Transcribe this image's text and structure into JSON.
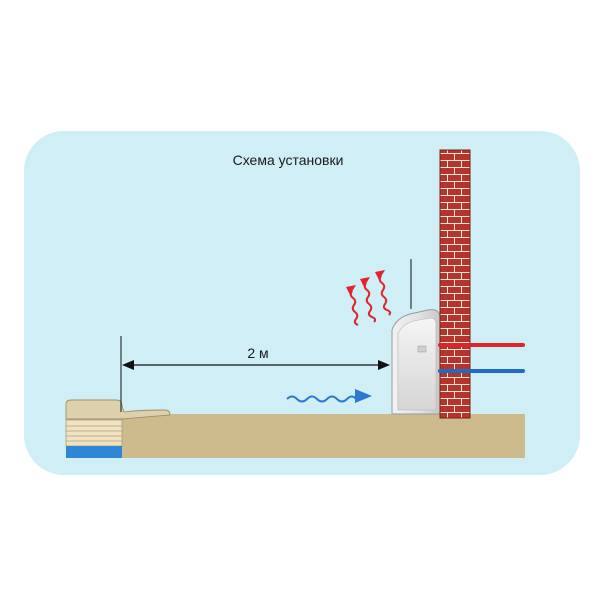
{
  "title": "Схема установки",
  "distance_label": "2 м",
  "colors": {
    "background_panel": "#cfeef5",
    "ground": "#cdbb8e",
    "brick": "#b5342c",
    "mortar": "#f1e6dc",
    "hot_pipe": "#e3232b",
    "cold_pipe": "#1f6bc4",
    "heat_waves": "#e3232b",
    "airflow_waves": "#2a79d3",
    "pool_water": "#2f86d6"
  },
  "icons": {
    "heat_pump": "heat-pump-unit",
    "heat_waves": "heat-waves-icon",
    "airflow": "airflow-arrow-icon",
    "pool": "pool-icon",
    "wall": "brick-wall"
  }
}
